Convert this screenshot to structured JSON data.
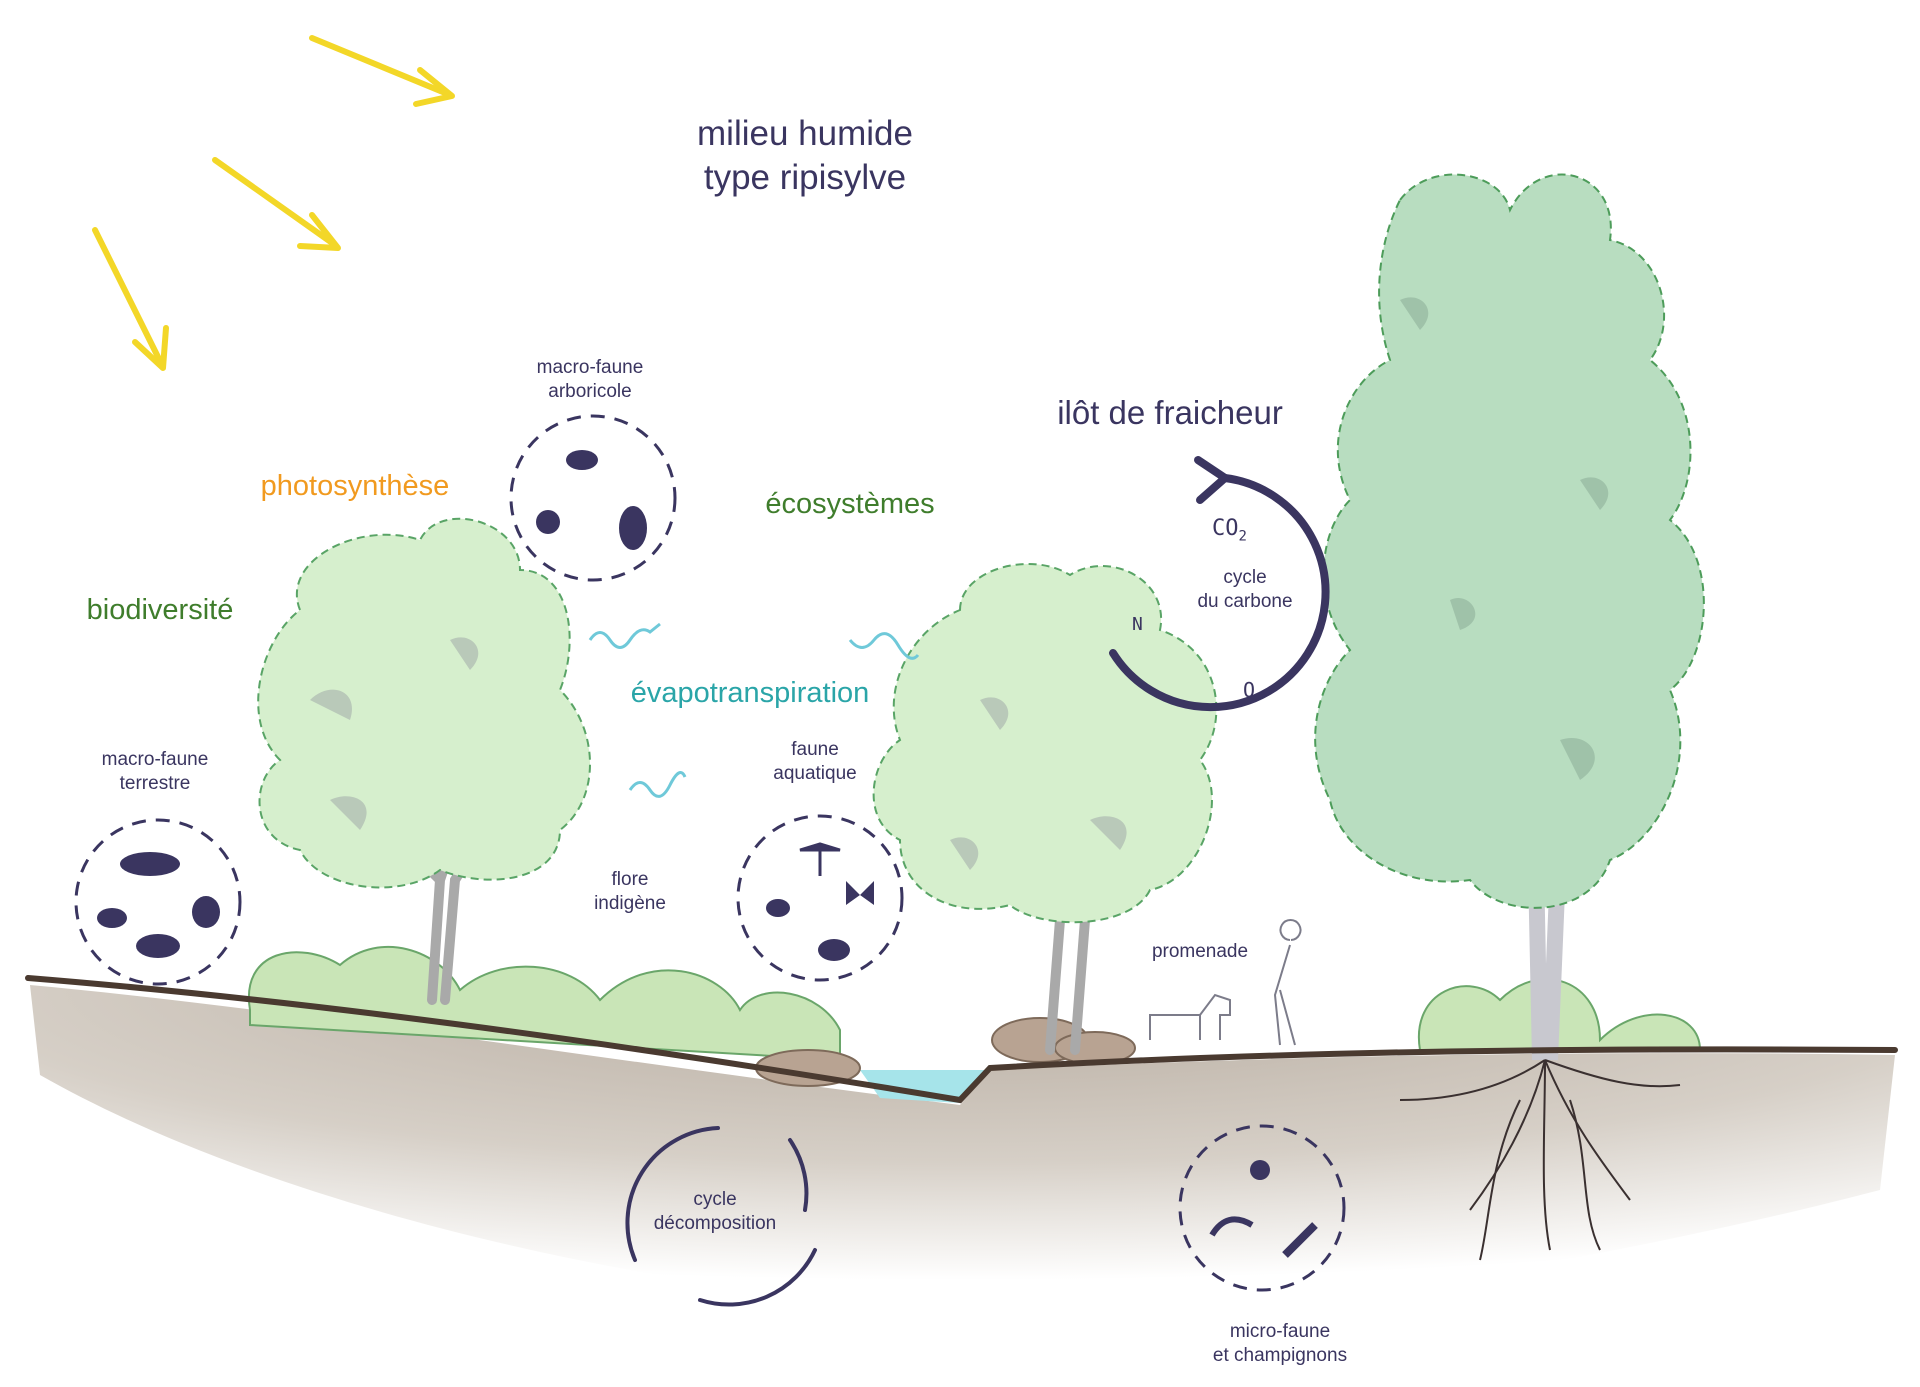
{
  "title": {
    "line1": "milieu humide",
    "line2": "type ripisylve"
  },
  "keywords": {
    "photosynthesis": "photosynthèse",
    "ecosystems": "écosystèmes",
    "biodiversity": "biodiversité",
    "evapotranspiration": "évapotranspiration",
    "cool_island": "ilôt de fraicheur"
  },
  "fauna": {
    "arboreal": {
      "line1": "macro-faune",
      "line2": "arboricole",
      "icons": [
        "bird-icon",
        "squirrel-icon",
        "owl-icon"
      ]
    },
    "terrestrial": {
      "line1": "macro-faune",
      "line2": "terrestre",
      "icons": [
        "fox-icon",
        "hedgehog-icon",
        "rabbit-icon",
        "boar-icon"
      ]
    },
    "aquatic": {
      "line1": "faune",
      "line2": "aquatique",
      "icons": [
        "dragonfly-icon",
        "frog-icon",
        "butterfly-icon",
        "duck-icon"
      ]
    },
    "micro": {
      "line1": "micro-faune",
      "line2": "et champignons",
      "icons": [
        "tick-icon",
        "worm-icon",
        "centipede-icon"
      ]
    }
  },
  "flora": {
    "line1": "flore",
    "line2": "indigène"
  },
  "walk": {
    "label": "promenade"
  },
  "carbon_cycle": {
    "line1": "cycle",
    "line2": "du carbone",
    "co2": "CO",
    "co2_sub": "2",
    "n": "N",
    "o": "O"
  },
  "decomposition_cycle": {
    "line1": "cycle",
    "line2": "décomposition"
  },
  "colors": {
    "sun_arrows": "#f3d728",
    "photosynthesis": "#f19a1f",
    "ecosystems": "#3f7d2c",
    "evapotranspiration": "#2aa5a8",
    "text": "#3a3560",
    "tree_light": "#d6efcd",
    "tree_dark": "#b8ddc0",
    "soil": "#8a7a6a",
    "water": "#a6e4ea"
  }
}
